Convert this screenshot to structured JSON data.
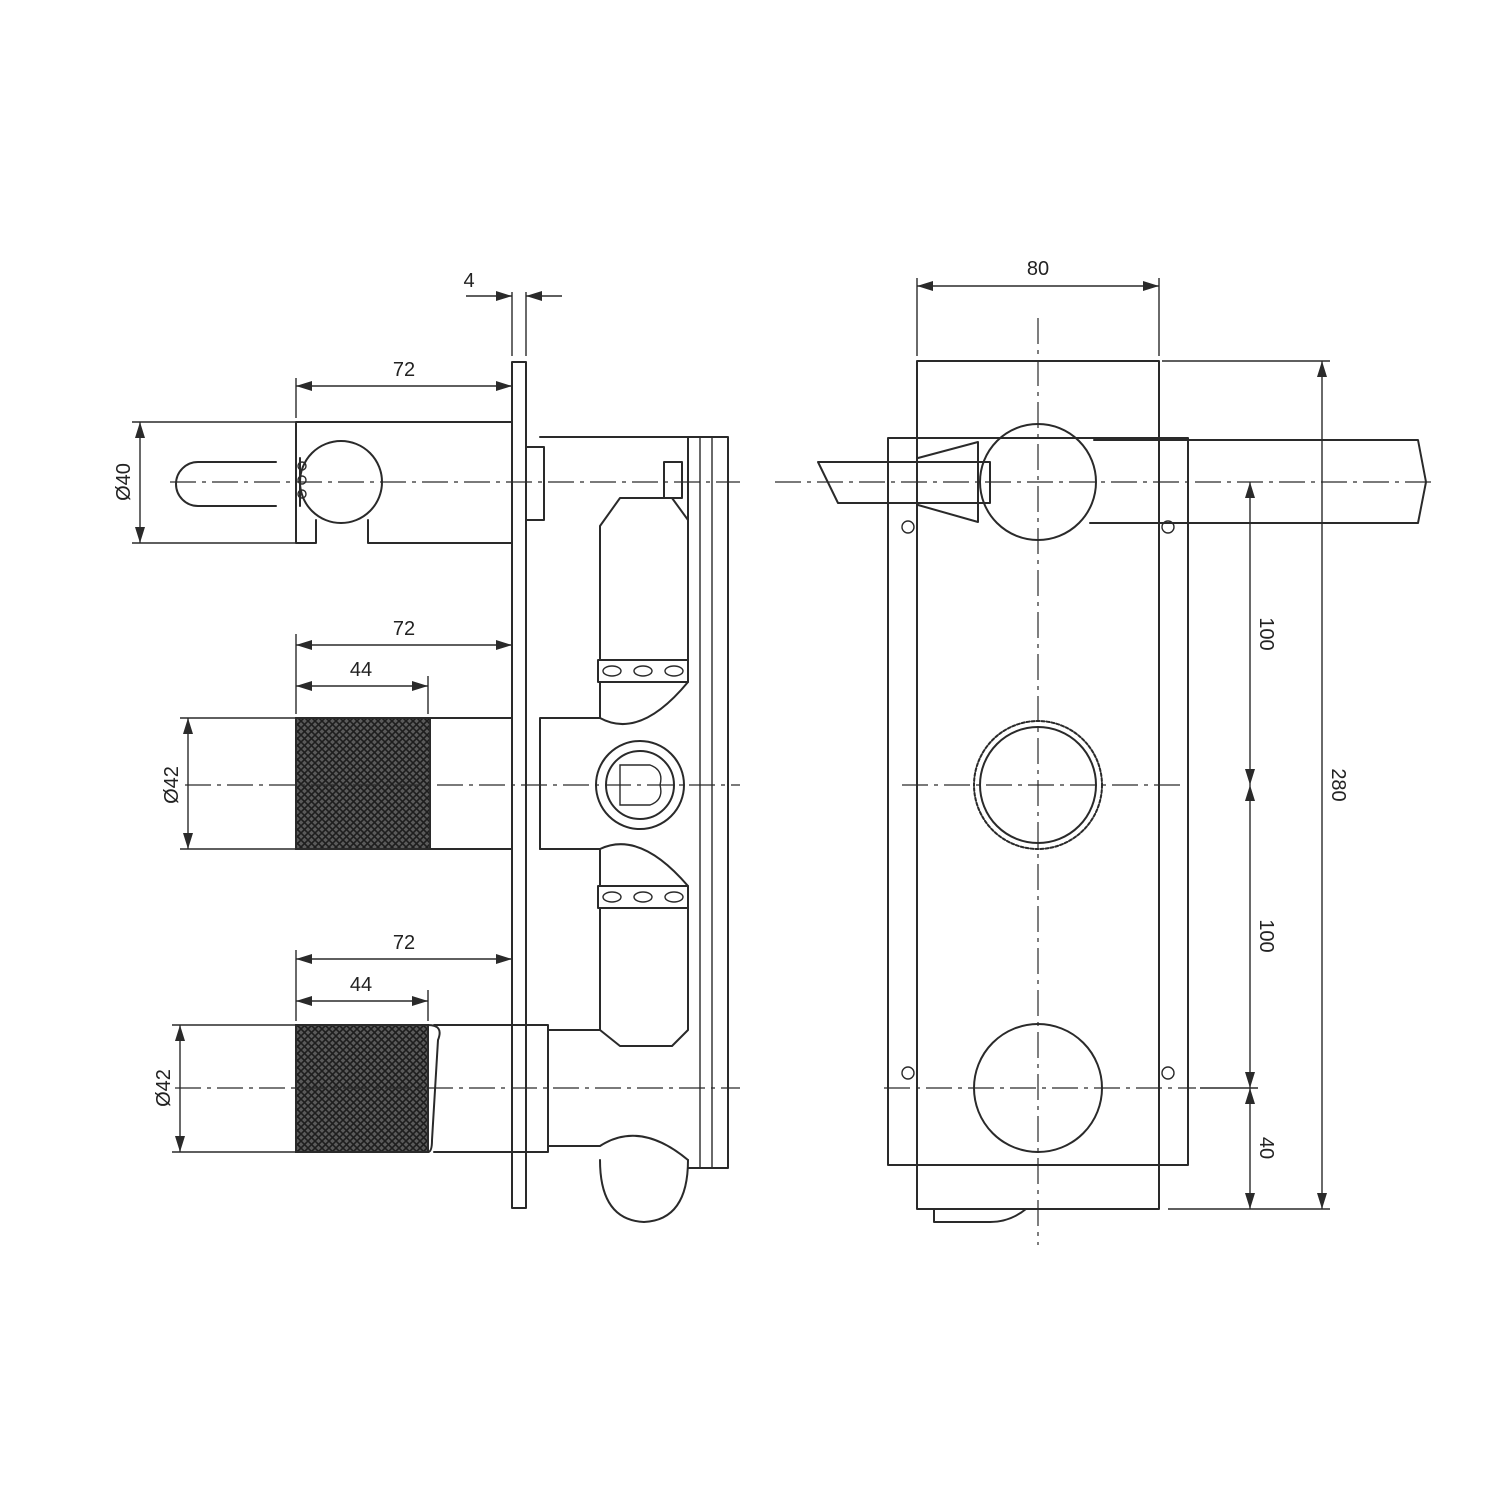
{
  "drawing": {
    "colors": {
      "line": "#2a2a2a",
      "knurl": "#3a3a3a",
      "background": "#ffffff"
    },
    "dimensions": {
      "plate_thickness": "4",
      "spout_projection": "72",
      "spout_diameter": "Ø40",
      "handle1_projection": "72",
      "handle1_knurl_length": "44",
      "handle1_diameter": "Ø42",
      "handle2_projection": "72",
      "handle2_knurl_length": "44",
      "handle2_diameter": "Ø42",
      "plate_width": "80",
      "plate_height": "280",
      "pitch_upper": "100",
      "pitch_lower": "100",
      "bottom_offset": "40"
    }
  }
}
